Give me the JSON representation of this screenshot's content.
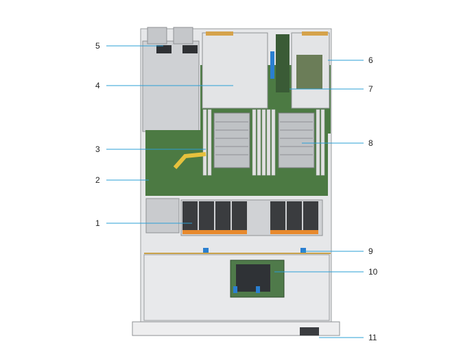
{
  "callouts": [
    {
      "number": "1"
    },
    {
      "number": "2"
    },
    {
      "number": "3"
    },
    {
      "number": "4"
    },
    {
      "number": "5"
    },
    {
      "number": "6"
    },
    {
      "number": "7"
    },
    {
      "number": "8"
    },
    {
      "number": "9"
    },
    {
      "number": "10"
    },
    {
      "number": "11"
    }
  ],
  "colors": {
    "leader": "#2a9fd6",
    "chassis": "#d9dadc",
    "board": "#3f6f3a",
    "fan": "#e7892d",
    "dimm": "#dcdcdc",
    "heatsink": "#b9bcbf",
    "blue_touchpoint": "#2a7fd0"
  }
}
